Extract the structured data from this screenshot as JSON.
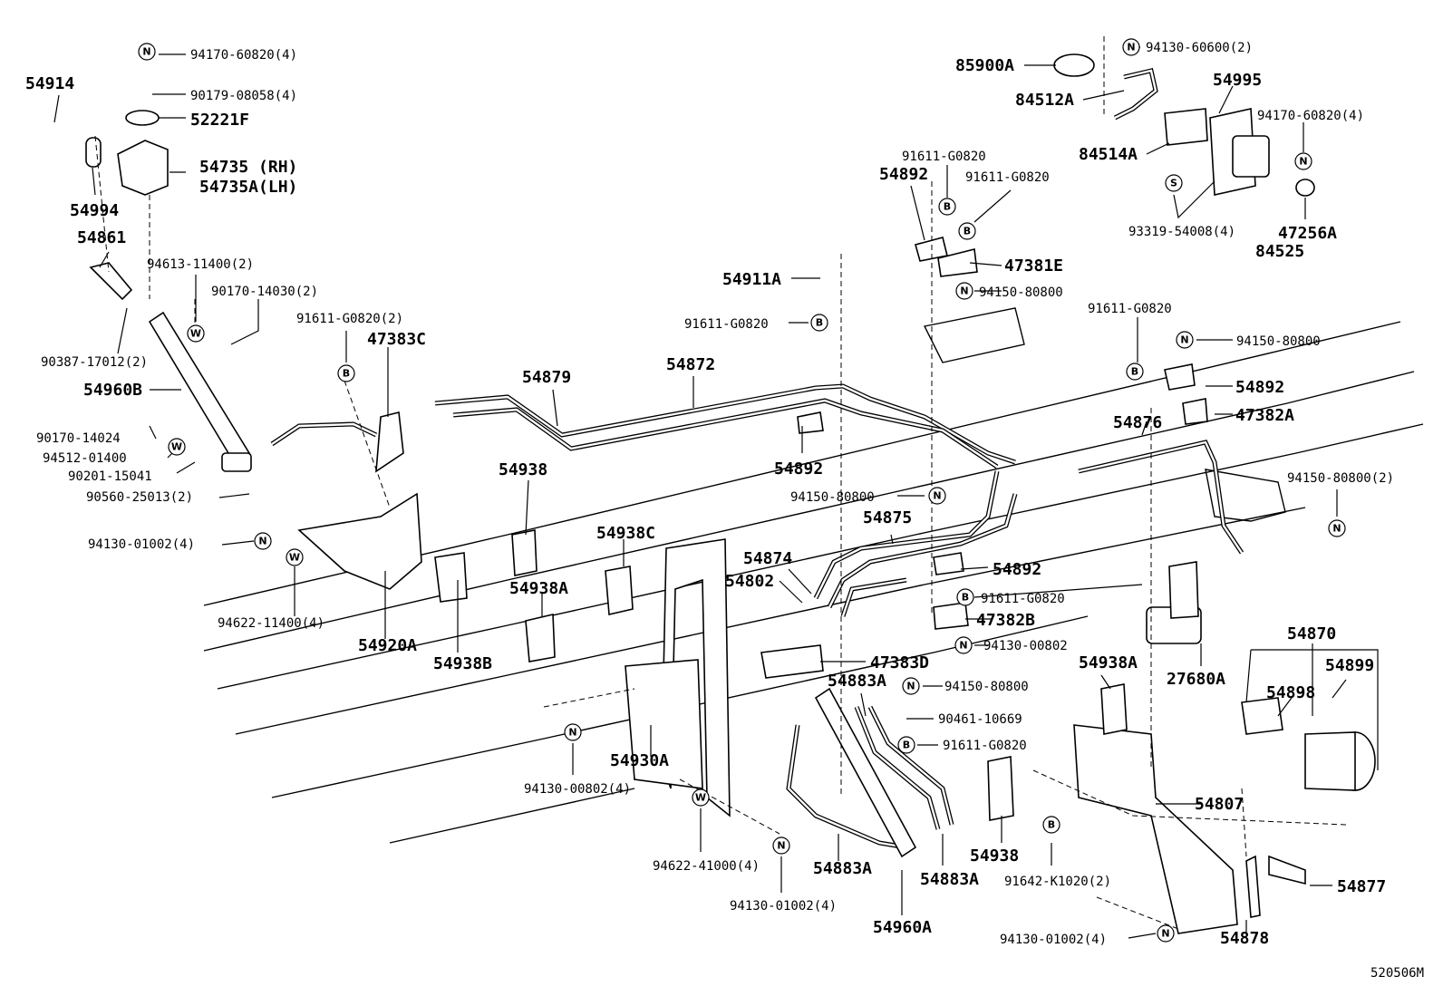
{
  "diagram_code": "520506M",
  "callouts": {
    "c54914": "54914",
    "c94170_60820_4": "94170-60820(4)",
    "c90179_08058_4": "90179-08058(4)",
    "c52221F": "52221F",
    "c54735": "54735 (RH)",
    "c54735A": "54735A(LH)",
    "c54994": "54994",
    "c54861": "54861",
    "c94613_11400_2": "94613-11400(2)",
    "c90170_14030_2": "90170-14030(2)",
    "c90387_17012_2": "90387-17012(2)",
    "c54960B": "54960B",
    "c90170_14024": "90170-14024",
    "c94512_01400": "94512-01400",
    "c90201_15041": "90201-15041",
    "c90560_25013_2": "90560-25013(2)",
    "c94130_01002_4_left": "94130-01002(4)",
    "c94622_11400_4": "94622-11400(4)",
    "c54920A": "54920A",
    "c54938B": "54938B",
    "c91611_G0820_2": "91611-G0820(2)",
    "c47383C": "47383C",
    "c54879": "54879",
    "c54872": "54872",
    "c54938": "54938",
    "c54938C": "54938C",
    "c54938A_mid": "54938A",
    "c54911A": "54911A",
    "c91611_G0820_mid": "91611-G0820",
    "c54892_mid": "54892",
    "c85900A": "85900A",
    "c94130_60600_2": "94130-60600(2)",
    "c84512A": "84512A",
    "c54995": "54995",
    "c94170_60820_4_right": "94170-60820(4)",
    "c84514A": "84514A",
    "c91611_G0820_top1": "91611-G0820",
    "c54892_top": "54892",
    "c91611_G0820_top2": "91611-G0820",
    "c47381E": "47381E",
    "c94150_80800_top": "94150-80800",
    "c93319_54008_4": "93319-54008(4)",
    "c84525": "84525",
    "c47256A": "47256A",
    "c91611_G0820_right": "91611-G0820",
    "c94150_80800_right": "94150-80800",
    "c54892_right": "54892",
    "c54876": "54876",
    "c47382A": "47382A",
    "c94150_80800_2": "94150-80800(2)",
    "c94150_80800_mid": "94150-80800",
    "c54875": "54875",
    "c54874": "54874",
    "c54802": "54802",
    "c54892_low": "54892",
    "c91611_G0820_low": "91611-G0820",
    "c47382B": "47382B",
    "c94130_00802": "94130-00802",
    "c47383D": "47383D",
    "c54883A_top": "54883A",
    "c94150_80800_low": "94150-80800",
    "c90461_10669": "90461-10669",
    "c91611_G0820_bottom": "91611-G0820",
    "c54930A": "54930A",
    "c94130_00802_4": "94130-00802(4)",
    "c94622_41000_4": "94622-41000(4)",
    "c94130_01002_4_mid": "94130-01002(4)",
    "c54883A_bl": "54883A",
    "c54883A_br": "54883A",
    "c54960A": "54960A",
    "c27680A": "27680A",
    "c54870": "54870",
    "c54938A_right": "54938A",
    "c54898": "54898",
    "c54899": "54899",
    "c54807": "54807",
    "c54938_low": "54938",
    "c91642_K1020_2": "91642-K1020(2)",
    "c54877": "54877",
    "c94130_01002_4_right": "94130-01002(4)",
    "c54878": "54878"
  },
  "badges": {
    "N": "N",
    "W": "W",
    "B": "B",
    "S": "S"
  }
}
